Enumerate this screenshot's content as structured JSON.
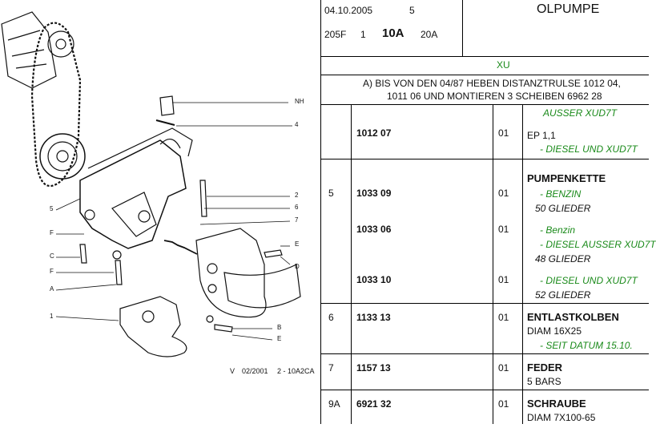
{
  "header": {
    "date": "04.10.2005",
    "page_no": "5",
    "code1": "205F",
    "code2": "1",
    "code3": "10A",
    "code4": "20A",
    "title": "OLPUMPE"
  },
  "variant": "XU",
  "note": {
    "line1": "A) BIS VON DEN 04/87 HEBEN DISTANZTRULSE 1012 04,",
    "line2": "1011 06 UND MONTIEREN 3 SCHEIBEN 6962 28"
  },
  "drawing": {
    "labels": {
      "nh": "NH",
      "n4": "4",
      "n5": "5",
      "n2": "2",
      "n6": "6",
      "n7": "7",
      "f1": "F",
      "c1": "C",
      "f2": "F",
      "a1": "A",
      "e1": "E",
      "d1": "D",
      "n1": "1",
      "b1": "B",
      "e2": "E"
    },
    "footer": {
      "v": "V",
      "date": "02/2001",
      "ref": "2 - 10A2CA"
    }
  },
  "rows": [
    {
      "pos": "",
      "ref": "1012 07",
      "qty": "01",
      "lines": [
        {
          "text": "AUSSER XUD7T",
          "style": "green"
        },
        {
          "text": "EP 1,1",
          "style": "plain"
        },
        {
          "text": " - DIESEL UND XUD7T",
          "style": "green"
        }
      ]
    },
    {
      "pos": "5",
      "ref": "1033 09",
      "qty": "01",
      "lines": [
        {
          "text": "PUMPENKETTE",
          "style": "bold"
        },
        {
          "text": " - BENZIN",
          "style": "green"
        },
        {
          "text": "50 GLIEDER",
          "style": "italic"
        }
      ]
    },
    {
      "pos": "",
      "ref": "1033 06",
      "qty": "01",
      "lines": [
        {
          "text": " - Benzin",
          "style": "green"
        },
        {
          "text": " - DIESEL AUSSER XUD7T",
          "style": "green"
        },
        {
          "text": "48 GLIEDER",
          "style": "italic"
        }
      ]
    },
    {
      "pos": "",
      "ref": "1033 10",
      "qty": "01",
      "lines": [
        {
          "text": " - DIESEL UND XUD7T",
          "style": "green"
        },
        {
          "text": "52 GLIEDER",
          "style": "italic"
        }
      ]
    },
    {
      "pos": "6",
      "ref": "1133 13",
      "qty": "01",
      "lines": [
        {
          "text": "ENTLASTKOLBEN",
          "style": "bold"
        },
        {
          "text": "DIAM 16X25",
          "style": "plain"
        },
        {
          "text": " - SEIT DATUM 15.10.",
          "style": "green"
        }
      ]
    },
    {
      "pos": "7",
      "ref": "1157 13",
      "qty": "01",
      "lines": [
        {
          "text": "FEDER",
          "style": "bold"
        },
        {
          "text": "5 BARS",
          "style": "plain"
        }
      ]
    },
    {
      "pos": "9A",
      "ref": "6921 32",
      "qty": "01",
      "lines": [
        {
          "text": "SCHRAUBE",
          "style": "bold"
        },
        {
          "text": "DIAM 7X100-65",
          "style": "plain"
        }
      ]
    }
  ]
}
